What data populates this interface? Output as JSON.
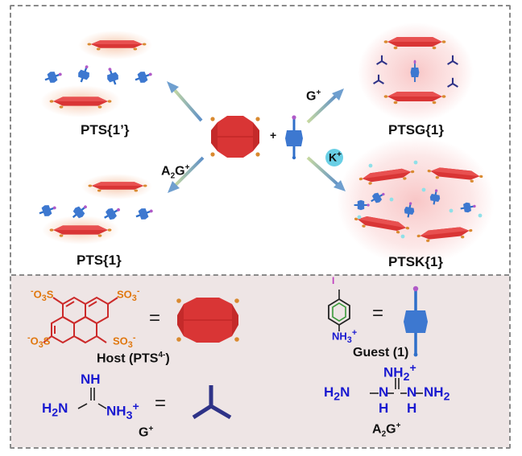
{
  "upper_labels": {
    "pts1p": "PTS{1’}",
    "pts1": "PTS{1}",
    "ptsg": "PTSG{1}",
    "ptsk": "PTSK{1}",
    "plus": "+",
    "g_arrow": "G",
    "g_arrow_sup": "+",
    "k_ion": "K",
    "k_ion_sup": "+",
    "a2g_a": "A",
    "a2g_sub": "2",
    "a2g_g": "G",
    "a2g_sup": "+"
  },
  "legend": {
    "host_label": "Host (PTS",
    "host_sup": "4-",
    "host_close": ")",
    "guest_label": "Guest (1)",
    "g_label": "G",
    "g_sup": "+",
    "a2g_a": "A",
    "a2g_sub": "2",
    "a2g_g": "G",
    "a2g_sup": "+",
    "equals": "=",
    "so3": "SO",
    "o3s": "O",
    "sub3": "3",
    "minus": "-",
    "s_letter": "S",
    "nh3": "NH",
    "nh": "NH",
    "h2n": "H",
    "nh2": "NH",
    "n": "N",
    "h": "H",
    "i": "I"
  },
  "colors": {
    "host_red": "#d93535",
    "guest_blue": "#2f6fc9",
    "cation_navy": "#2e3287",
    "arrow": "#6f9fcf",
    "glow": "#f1b8a5",
    "panel": "#eee5e5"
  }
}
